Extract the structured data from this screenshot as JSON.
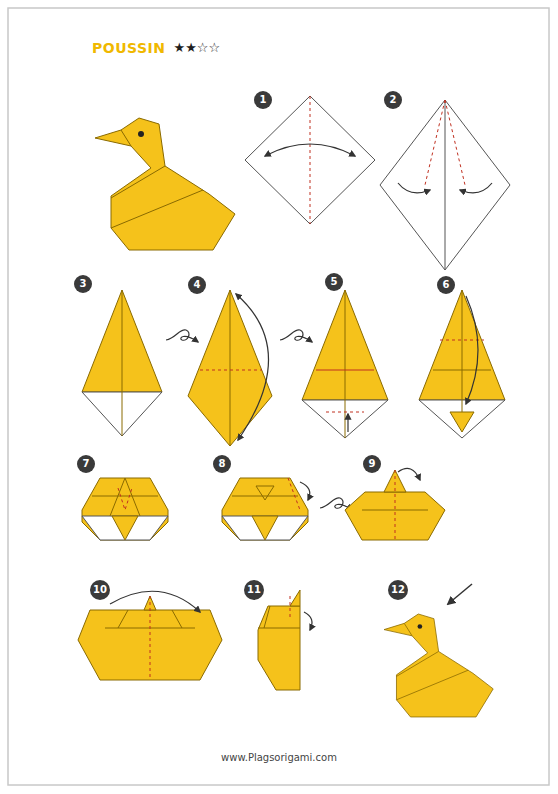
{
  "diagram": {
    "title": "POUSSIN",
    "nodes": [
      {
        "text": [
          "1"
        ]
      },
      {
        "text": [
          "2"
        ]
      },
      {
        "text": [
          "3"
        ]
      },
      {
        "text": [
          "4"
        ]
      },
      {
        "text": [
          "5"
        ]
      },
      {
        "text": [
          "6"
        ]
      },
      {
        "text": [
          "7"
        ]
      },
      {
        "text": [
          "8"
        ]
      },
      {
        "text": [
          "9"
        ]
      },
      {
        "text": [
          "10"
        ]
      },
      {
        "text": [
          "11"
        ]
      },
      {
        "text": [
          "12"
        ]
      }
    ],
    "labels": [
      "★★☆☆",
      "www.Plagsorigami.com"
    ]
  }
}
